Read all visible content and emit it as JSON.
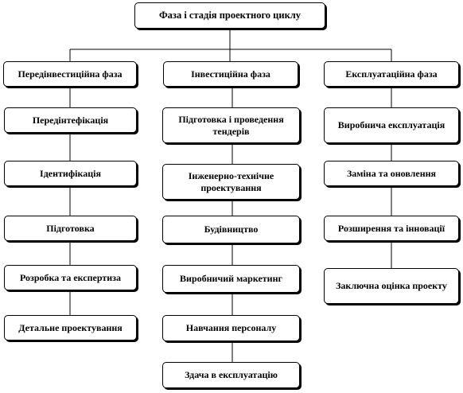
{
  "root": {
    "label": "Фаза  і  стадія  проектного циклу"
  },
  "phases": [
    {
      "label": "Передінвестиційна фаза",
      "stages": [
        "Передінтефікація",
        "Ідентифікація",
        "Підготовка",
        "Розробка та експертиза",
        "Детальне проектування"
      ]
    },
    {
      "label": "Інвестиційна фаза",
      "stages": [
        "Підготовка  і  проведення тендерів",
        "Інженерно-технічне проектування",
        "Будівництво",
        "Виробничий маркетинг",
        "Навчання персоналу",
        "Здача в експлуатацію"
      ]
    },
    {
      "label": "Експлуатаційна  фаза",
      "stages": [
        "Виробнича експлуатація",
        "Заміна та оновлення",
        "Розширення та інновації",
        "Заключна оцінка проекту"
      ]
    }
  ]
}
